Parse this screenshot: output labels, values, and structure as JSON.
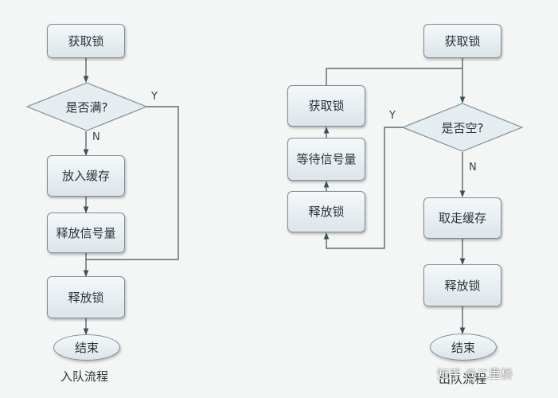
{
  "enqueue": {
    "acquire_lock": "获取锁",
    "is_full": "是否满?",
    "yes": "Y",
    "no": "N",
    "put_buffer": "放入缓存",
    "release_semaphore": "释放信号量",
    "release_lock": "释放锁",
    "end": "结束",
    "caption": "入队流程"
  },
  "dequeue": {
    "acquire_lock": "获取锁",
    "is_empty": "是否空?",
    "yes": "Y",
    "no": "N",
    "take_buffer": "取走缓存",
    "release_lock": "释放锁",
    "end": "结束",
    "caption": "出队流程"
  },
  "wait_loop": {
    "acquire_lock": "获取锁",
    "wait_semaphore": "等待信号量",
    "release_lock": "释放锁"
  },
  "watermark": "知乎 @二里桥",
  "colors": {
    "line": "#3f4f58",
    "box_border": "#7f8e96",
    "box_top": "#f4f8fa",
    "box_bottom": "#dde5ea",
    "background": "#f4f6f5"
  }
}
